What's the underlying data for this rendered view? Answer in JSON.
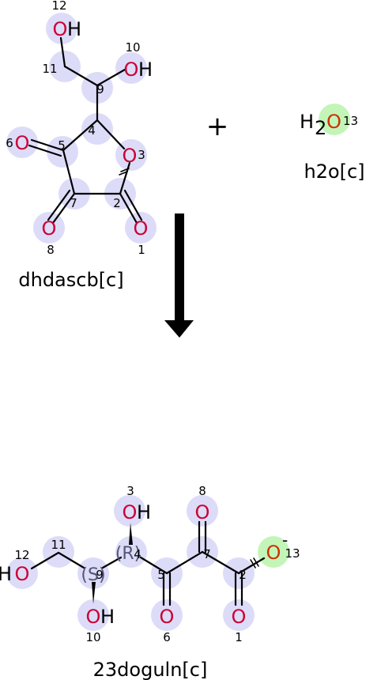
{
  "reaction": {
    "plus": "+",
    "reactants": [
      {
        "name": "dhdascb[c]",
        "atom_numbers": [
          "12",
          "11",
          "10",
          "9",
          "6",
          "5",
          "4",
          "3",
          "7",
          "2",
          "8",
          "1"
        ],
        "atoms": {
          "O12": "O",
          "H12": "H",
          "O10": "O",
          "H10": "H",
          "O6": "O",
          "O3": "O",
          "O8": "O",
          "O1": "O"
        }
      },
      {
        "name": "h2o[c]",
        "formula_h": "H",
        "formula_sub": "2",
        "formula_o": "O",
        "atom_number": "13"
      }
    ],
    "products": [
      {
        "name": "23doguln[c]",
        "atom_numbers": [
          "3",
          "8",
          "12",
          "11",
          "4",
          "7",
          "9",
          "5",
          "2",
          "13",
          "10",
          "6",
          "1"
        ],
        "atoms": {
          "O3": "O",
          "H3": "H",
          "O8": "O",
          "H12": "H",
          "O12": "O",
          "O13": "O",
          "O10": "O",
          "H10": "H",
          "O6": "O",
          "O1": "O"
        },
        "charge": "-",
        "stereo_r": "(R)",
        "stereo_s": "(S)"
      }
    ]
  },
  "colors": {
    "mapped_atom": "#dcdcf8",
    "highlight_atom": "#c4f5b8",
    "oxygen": "#cc0033",
    "water_oxygen": "#cc3300",
    "stereo": "#555577",
    "bond": "#000000"
  }
}
